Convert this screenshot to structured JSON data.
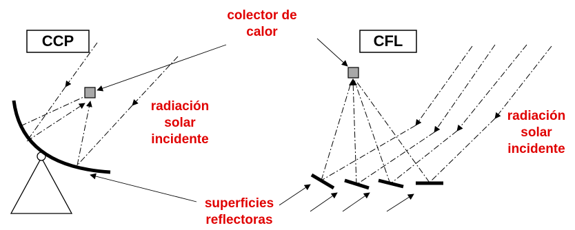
{
  "labels": {
    "ccp": "CCP",
    "cfl": "CFL",
    "collector": [
      "colector de",
      "calor"
    ],
    "radiation_left": [
      "radiación",
      "solar",
      "incidente"
    ],
    "radiation_right": [
      "radiación",
      "solar",
      "incidente"
    ],
    "reflectors": [
      "superficies",
      "reflectoras"
    ]
  },
  "colors": {
    "label_red": "#e00000",
    "line": "#000000",
    "collector_fill": "#a8a8a8",
    "background": "#ffffff"
  }
}
